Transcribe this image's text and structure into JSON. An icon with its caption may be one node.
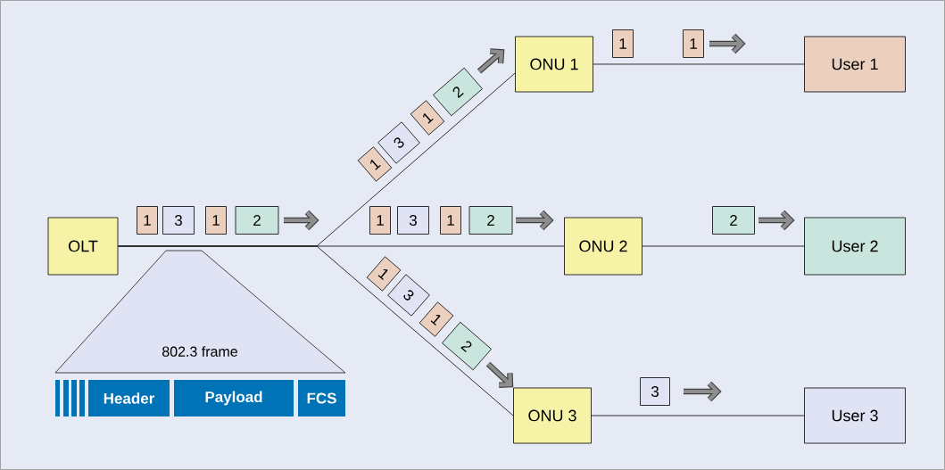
{
  "diagram": {
    "nodes": [
      {
        "text": [
          "OLT"
        ]
      },
      {
        "text": [
          "ONU 1"
        ]
      },
      {
        "text": [
          "ONU 2"
        ]
      },
      {
        "text": [
          "ONU 3"
        ]
      },
      {
        "text": [
          "User 1"
        ]
      },
      {
        "text": [
          "User 2"
        ]
      },
      {
        "text": [
          "User 3"
        ]
      },
      {
        "text": [
          "802.3 frame"
        ]
      },
      {
        "text": [
          "Header"
        ]
      },
      {
        "text": [
          "Payload"
        ]
      },
      {
        "text": [
          "FCS"
        ]
      },
      {
        "text": [
          "1"
        ]
      },
      {
        "text": [
          "3"
        ]
      },
      {
        "text": [
          "1"
        ]
      },
      {
        "text": [
          "2"
        ]
      },
      {
        "text": [
          "1"
        ]
      },
      {
        "text": [
          "3"
        ]
      },
      {
        "text": [
          "1"
        ]
      },
      {
        "text": [
          "2"
        ]
      },
      {
        "text": [
          "1"
        ]
      },
      {
        "text": [
          "3"
        ]
      },
      {
        "text": [
          "1"
        ]
      },
      {
        "text": [
          "2"
        ]
      },
      {
        "text": [
          "1"
        ]
      },
      {
        "text": [
          "3"
        ]
      },
      {
        "text": [
          "1"
        ]
      },
      {
        "text": [
          "2"
        ]
      },
      {
        "text": [
          "1"
        ]
      },
      {
        "text": [
          "1"
        ]
      },
      {
        "text": [
          "2"
        ]
      },
      {
        "text": [
          "3"
        ]
      }
    ],
    "edges": [
      {
        "from": 0,
        "to": 1,
        "arrow": "none"
      },
      {
        "from": 0,
        "to": 2,
        "arrow": "none"
      },
      {
        "from": 0,
        "to": 3,
        "arrow": "none"
      },
      {
        "from": 1,
        "to": 4,
        "arrow": "none"
      },
      {
        "from": 2,
        "to": 5,
        "arrow": "none"
      },
      {
        "from": 3,
        "to": 6,
        "arrow": "none"
      }
    ]
  }
}
